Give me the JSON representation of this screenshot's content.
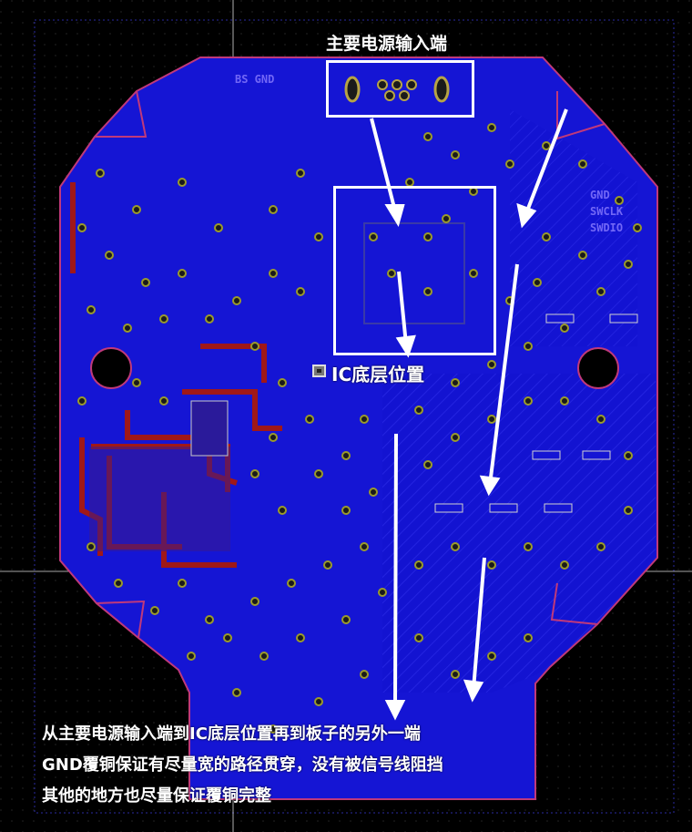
{
  "labels": {
    "power_input": "主要电源输入端",
    "ic_bottom": "IC底层位置",
    "note_line1": "从主要电源输入端到IC底层位置再到板子的另外一端",
    "note_line2": "GND覆铜保证有尽量宽的路径贯穿，没有被信号线阻挡",
    "note_line3": "其他的地方也尽量保证覆铜完整"
  },
  "silkscreen": {
    "swd_gnd": "GND",
    "swd_clk": "SWCLK",
    "swd_dio": "SWDIO",
    "top_left": "BS GND"
  },
  "colors": {
    "background": "#000000",
    "copper_pour": "#1010d8",
    "board_outline": "#c0397a",
    "traces_red": "#a01010",
    "via": "#9b9b2a",
    "annotation": "#ffffff"
  }
}
